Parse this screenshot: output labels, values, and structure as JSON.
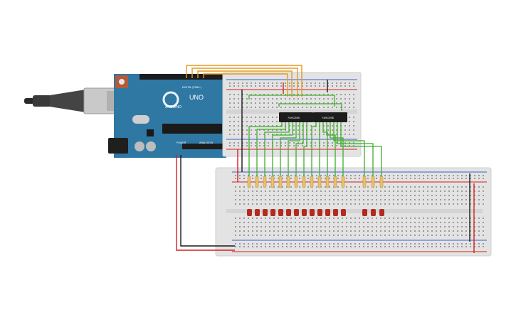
{
  "board": {
    "brand_label": "ARDUINO",
    "model_label": "UNO",
    "digital_label": "DIGITAL (PWM~)",
    "power_label": "POWER",
    "analog_label": "ANALOG IN"
  },
  "chips": [
    {
      "label": "74HC595"
    },
    {
      "label": "74HC595"
    }
  ],
  "colors": {
    "board_blue": "#2f78a4",
    "usb_gray": "#b7b7b7",
    "breadboard": "#e3e3e3",
    "wire_orange": "#e59a1f",
    "wire_green": "#3fae2a",
    "wire_red": "#d91c1c",
    "wire_black": "#1a1a1a",
    "led_red": "#b42a1e"
  },
  "counts": {
    "resistors": 16,
    "leds": 16
  }
}
